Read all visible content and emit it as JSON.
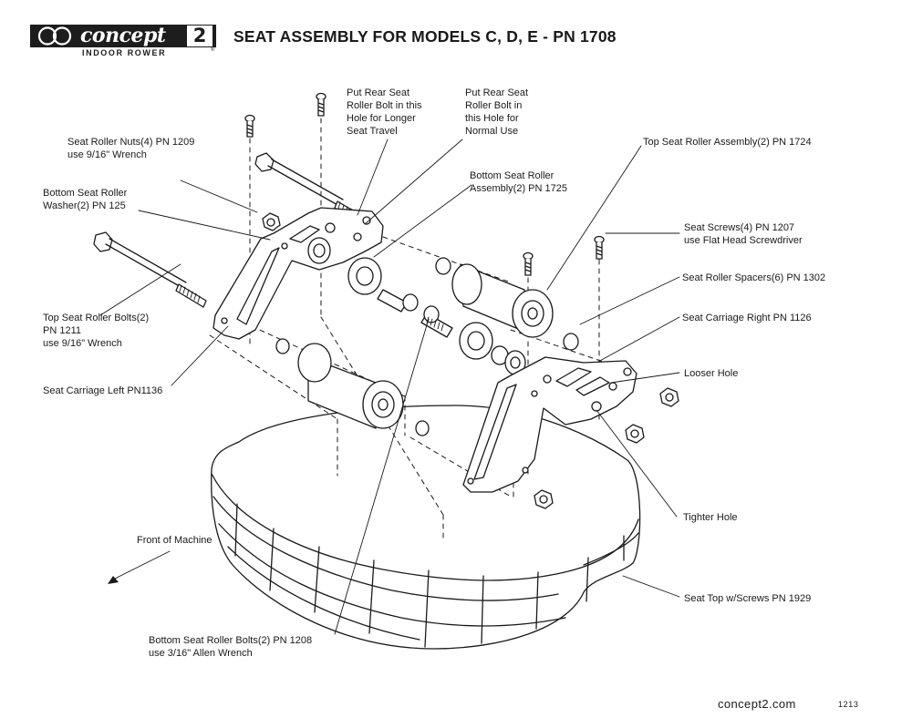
{
  "header": {
    "logo_text": "concept",
    "logo_number": "2",
    "logo_subtitle": "INDOOR ROWER",
    "logo_registered": "®",
    "title": "SEAT ASSEMBLY FOR MODELS C, D, E - PN 1708"
  },
  "labels": {
    "rear_bolt_longer": "Put Rear Seat\nRoller Bolt in this\nHole for Longer\nSeat Travel",
    "rear_bolt_normal": "Put Rear Seat\nRoller Bolt in\nthis Hole for\nNormal Use",
    "seat_roller_nuts": "Seat Roller Nuts(4) PN 1209\nuse 9/16\" Wrench",
    "bottom_roller_assembly": "Bottom Seat Roller\nAssembly(2) PN 1725",
    "top_roller_assembly": "Top Seat Roller Assembly(2) PN 1724",
    "bottom_roller_washer": "Bottom Seat Roller\nWasher(2) PN 125",
    "seat_screws": "Seat Screws(4) PN 1207\nuse Flat Head Screwdriver",
    "seat_roller_spacers": "Seat Roller Spacers(6) PN 1302",
    "top_roller_bolts": "Top Seat Roller Bolts(2)\nPN 1211\nuse 9/16\" Wrench",
    "seat_carriage_right": "Seat Carriage Right PN 1126",
    "looser_hole": "Looser Hole",
    "seat_carriage_left": "Seat Carriage Left PN1136",
    "tighter_hole": "Tighter Hole",
    "front_of_machine": "Front of Machine",
    "seat_top": "Seat Top w/Screws PN 1929",
    "bottom_roller_bolts": "Bottom Seat Roller Bolts(2) PN 1208\nuse 3/16\" Allen Wrench"
  },
  "footer": {
    "url": "concept2.com",
    "page": "1213"
  }
}
